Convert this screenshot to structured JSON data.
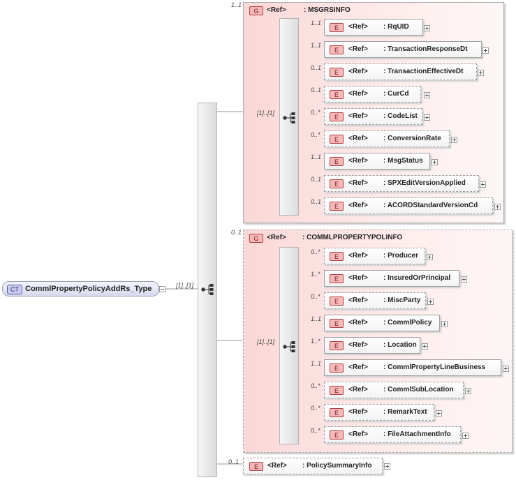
{
  "root": {
    "badge": "CT",
    "name": "CommlPropertyPolicyAddRs_Type",
    "seq_card": "[1]..[1]"
  },
  "msgrsinfo": {
    "badge": "G",
    "ref": "<Ref>",
    "name": ": MSGRSINFO",
    "card": "1..1",
    "seq_card": "[1]..[1]",
    "elements": [
      {
        "card": "1..1",
        "badge": "E",
        "ref": "<Ref>",
        "name": ": RqUID"
      },
      {
        "card": "1..1",
        "badge": "E",
        "ref": "<Ref>",
        "name": ": TransactionResponseDt"
      },
      {
        "card": "0..1",
        "badge": "E",
        "ref": "<Ref>",
        "name": ": TransactionEffectiveDt"
      },
      {
        "card": "0..1",
        "badge": "E",
        "ref": "<Ref>",
        "name": ": CurCd"
      },
      {
        "card": "0..*",
        "badge": "E",
        "ref": "<Ref>",
        "name": ": CodeList"
      },
      {
        "card": "0..*",
        "badge": "E",
        "ref": "<Ref>",
        "name": ": ConversionRate"
      },
      {
        "card": "1..1",
        "badge": "E",
        "ref": "<Ref>",
        "name": ": MsgStatus"
      },
      {
        "card": "0..1",
        "badge": "E",
        "ref": "<Ref>",
        "name": ": SPXEditVersionApplied"
      },
      {
        "card": "0..1",
        "badge": "E",
        "ref": "<Ref>",
        "name": ": ACORDStandardVersionCd"
      }
    ]
  },
  "commlpropertypolinfo": {
    "badge": "G",
    "ref": "<Ref>",
    "name": ": COMMLPROPERTYPOLINFO",
    "card": "0..1",
    "seq_card": "[1]..[1]",
    "elements": [
      {
        "card": "0..*",
        "badge": "E",
        "ref": "<Ref>",
        "name": ": Producer"
      },
      {
        "card": "1..*",
        "badge": "E",
        "ref": "<Ref>",
        "name": ": InsuredOrPrincipal"
      },
      {
        "card": "0..*",
        "badge": "E",
        "ref": "<Ref>",
        "name": ": MiscParty"
      },
      {
        "card": "1..1",
        "badge": "E",
        "ref": "<Ref>",
        "name": ": CommlPolicy"
      },
      {
        "card": "1..*",
        "badge": "E",
        "ref": "<Ref>",
        "name": ": Location"
      },
      {
        "card": "1..1",
        "badge": "E",
        "ref": "<Ref>",
        "name": ": CommlPropertyLineBusiness"
      },
      {
        "card": "0..*",
        "badge": "E",
        "ref": "<Ref>",
        "name": ": CommlSubLocation"
      },
      {
        "card": "0..*",
        "badge": "E",
        "ref": "<Ref>",
        "name": ": RemarkText"
      },
      {
        "card": "0..*",
        "badge": "E",
        "ref": "<Ref>",
        "name": ": FileAttachmentInfo"
      }
    ]
  },
  "policysummary": {
    "card": "0..1",
    "badge": "E",
    "ref": "<Ref>",
    "name": ": PolicySummaryInfo"
  }
}
